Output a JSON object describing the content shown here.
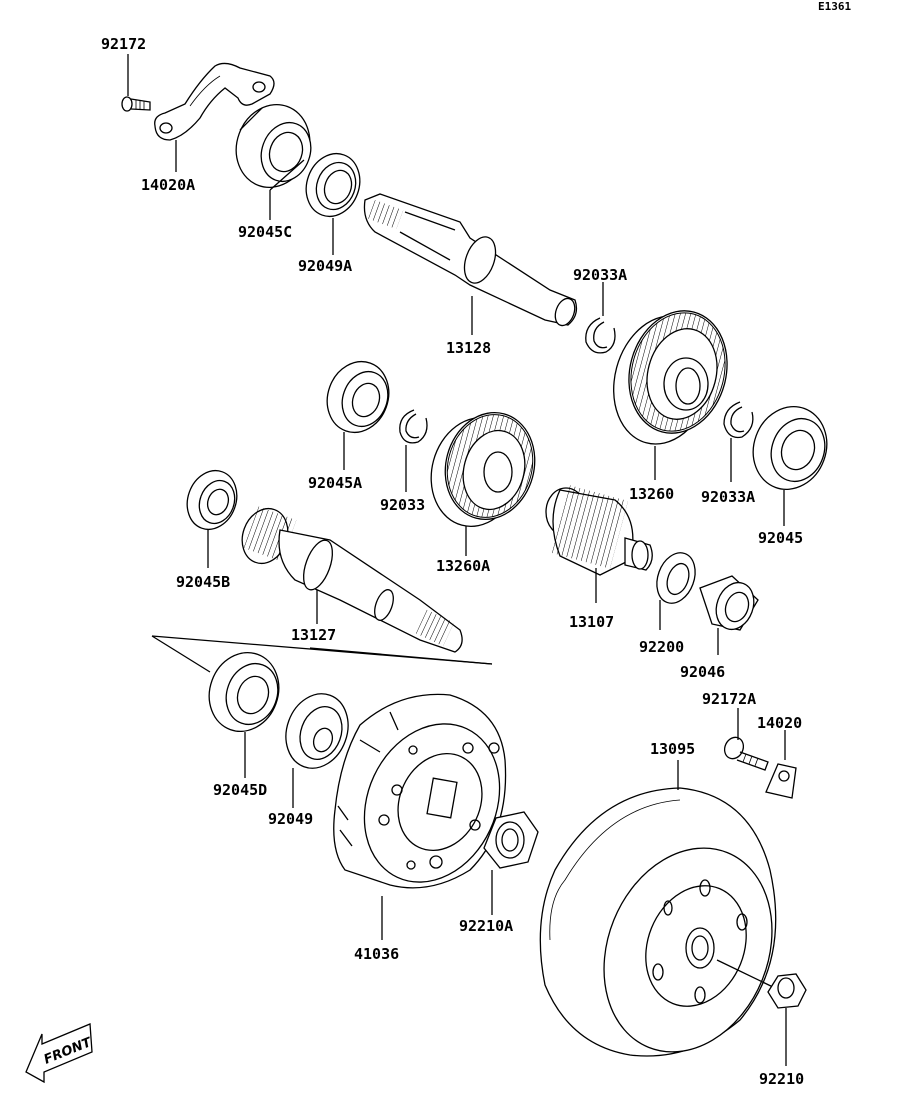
{
  "diagram_code": "E1361",
  "front_label": "FRONT",
  "parts": [
    {
      "id": "p92172",
      "label": "92172"
    },
    {
      "id": "p14020A",
      "label": "14020A"
    },
    {
      "id": "p92045C",
      "label": "92045C"
    },
    {
      "id": "p92049A",
      "label": "92049A"
    },
    {
      "id": "p13128",
      "label": "13128"
    },
    {
      "id": "p92033A_top",
      "label": "92033A"
    },
    {
      "id": "p13260",
      "label": "13260"
    },
    {
      "id": "p92033A_right",
      "label": "92033A"
    },
    {
      "id": "p92045",
      "label": "92045"
    },
    {
      "id": "p92045A",
      "label": "92045A"
    },
    {
      "id": "p92033",
      "label": "92033"
    },
    {
      "id": "p13260A",
      "label": "13260A"
    },
    {
      "id": "p92045B",
      "label": "92045B"
    },
    {
      "id": "p13127",
      "label": "13127"
    },
    {
      "id": "p13107",
      "label": "13107"
    },
    {
      "id": "p92200",
      "label": "92200"
    },
    {
      "id": "p92046",
      "label": "92046"
    },
    {
      "id": "p92172A",
      "label": "92172A"
    },
    {
      "id": "p14020",
      "label": "14020"
    },
    {
      "id": "p13095",
      "label": "13095"
    },
    {
      "id": "p92045D",
      "label": "92045D"
    },
    {
      "id": "p92049",
      "label": "92049"
    },
    {
      "id": "p41036",
      "label": "41036"
    },
    {
      "id": "p92210A",
      "label": "92210A"
    },
    {
      "id": "p92210",
      "label": "92210"
    }
  ]
}
